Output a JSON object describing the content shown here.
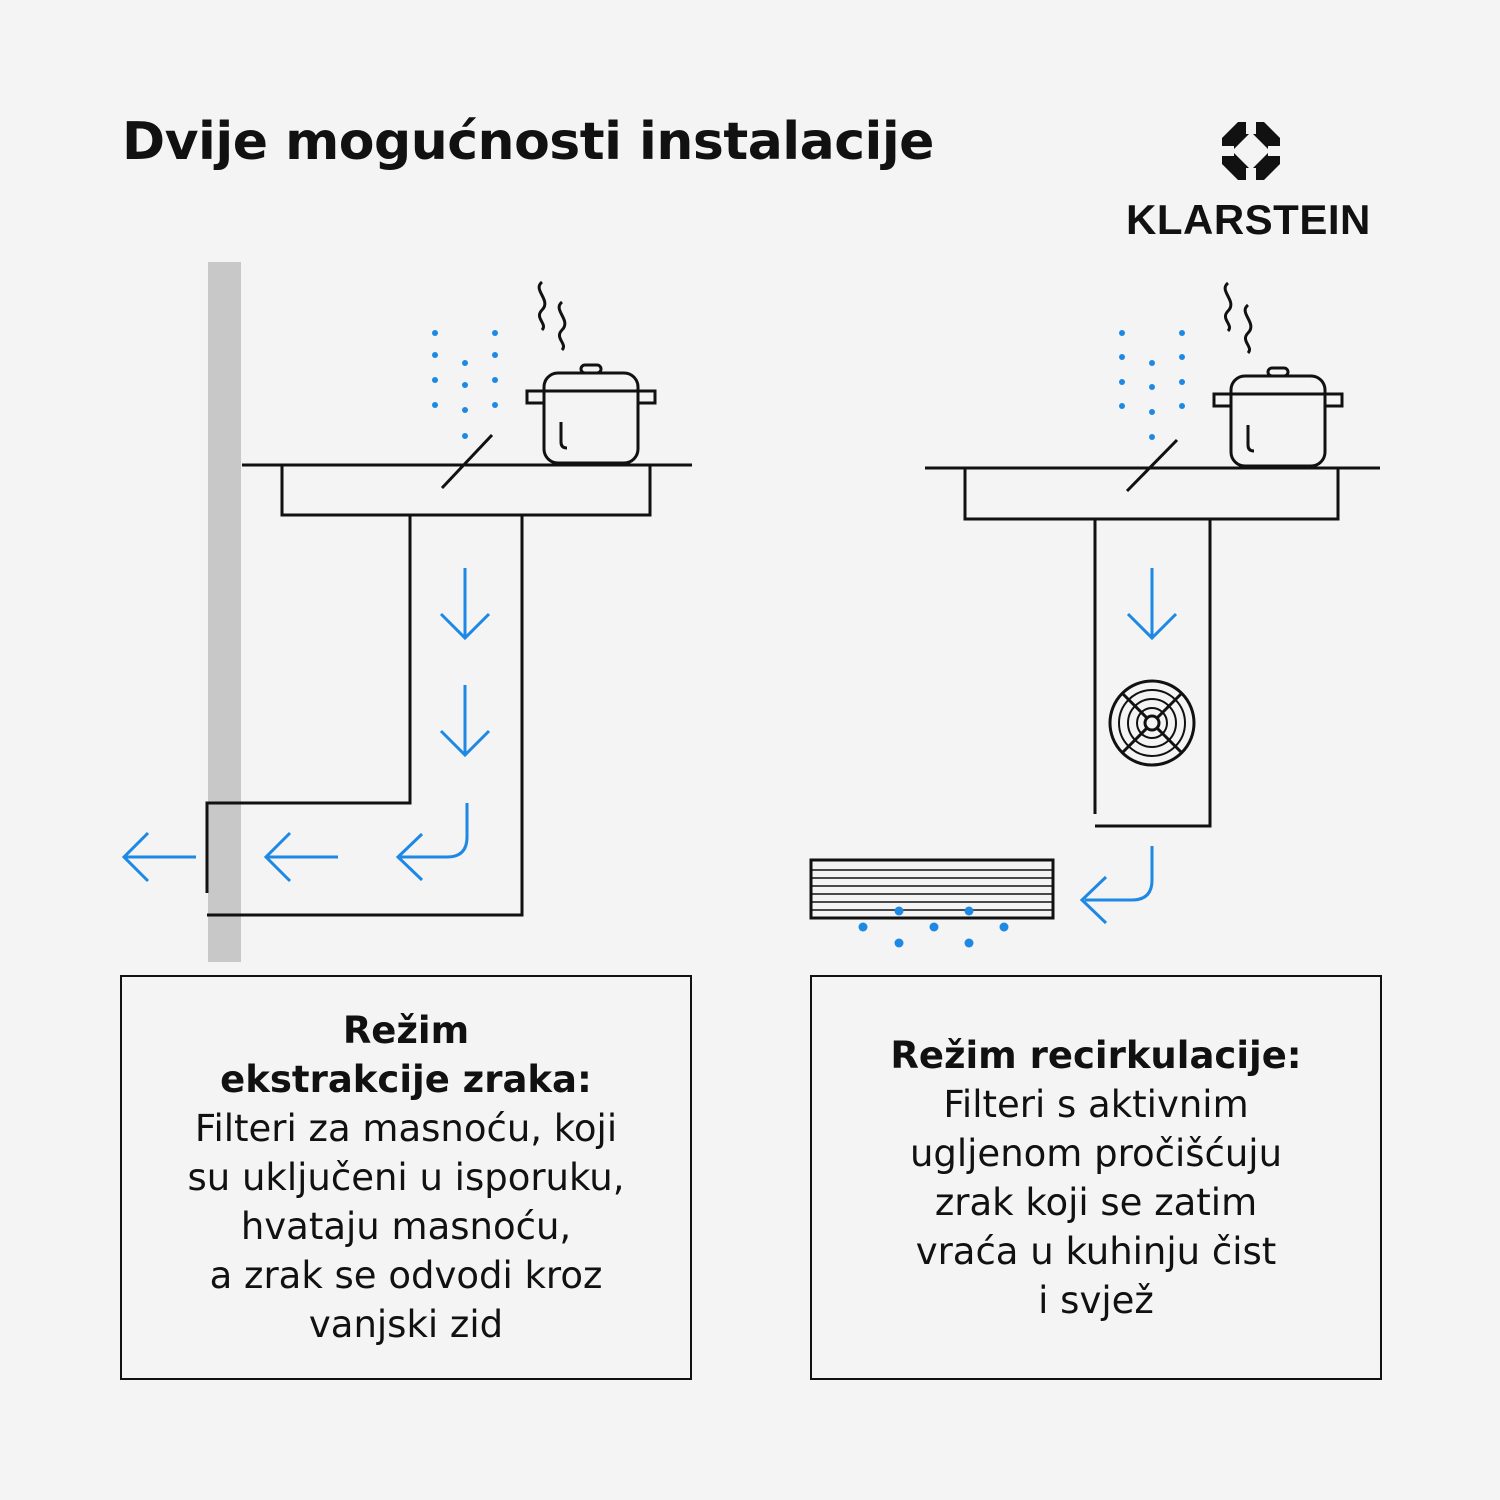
{
  "title": "Dvije mogućnosti instalacije",
  "brand": {
    "name": "KLARSTEIN",
    "logo_icon": "klarstein-logo-icon"
  },
  "colors": {
    "accent_blue": "#1e88e5",
    "line": "#111111",
    "wall": "#c8c8c8",
    "background": "#f4f4f4"
  },
  "extraction": {
    "title_lines": [
      "Režim",
      "ekstrakcije zraka:"
    ],
    "body_lines": [
      "Filteri za masnoću, koji",
      "su uključeni u isporuku,",
      "hvataju masnoću,",
      "a zrak se odvodi kroz",
      "vanjski zid"
    ]
  },
  "recirculation": {
    "title_lines": [
      "Režim recirkulacije:"
    ],
    "body_lines": [
      "Filteri s aktivnim",
      "ugljenom pročišćuju",
      "zrak koji se zatim",
      "vraća u kuhinju čist",
      "i svjež"
    ]
  }
}
